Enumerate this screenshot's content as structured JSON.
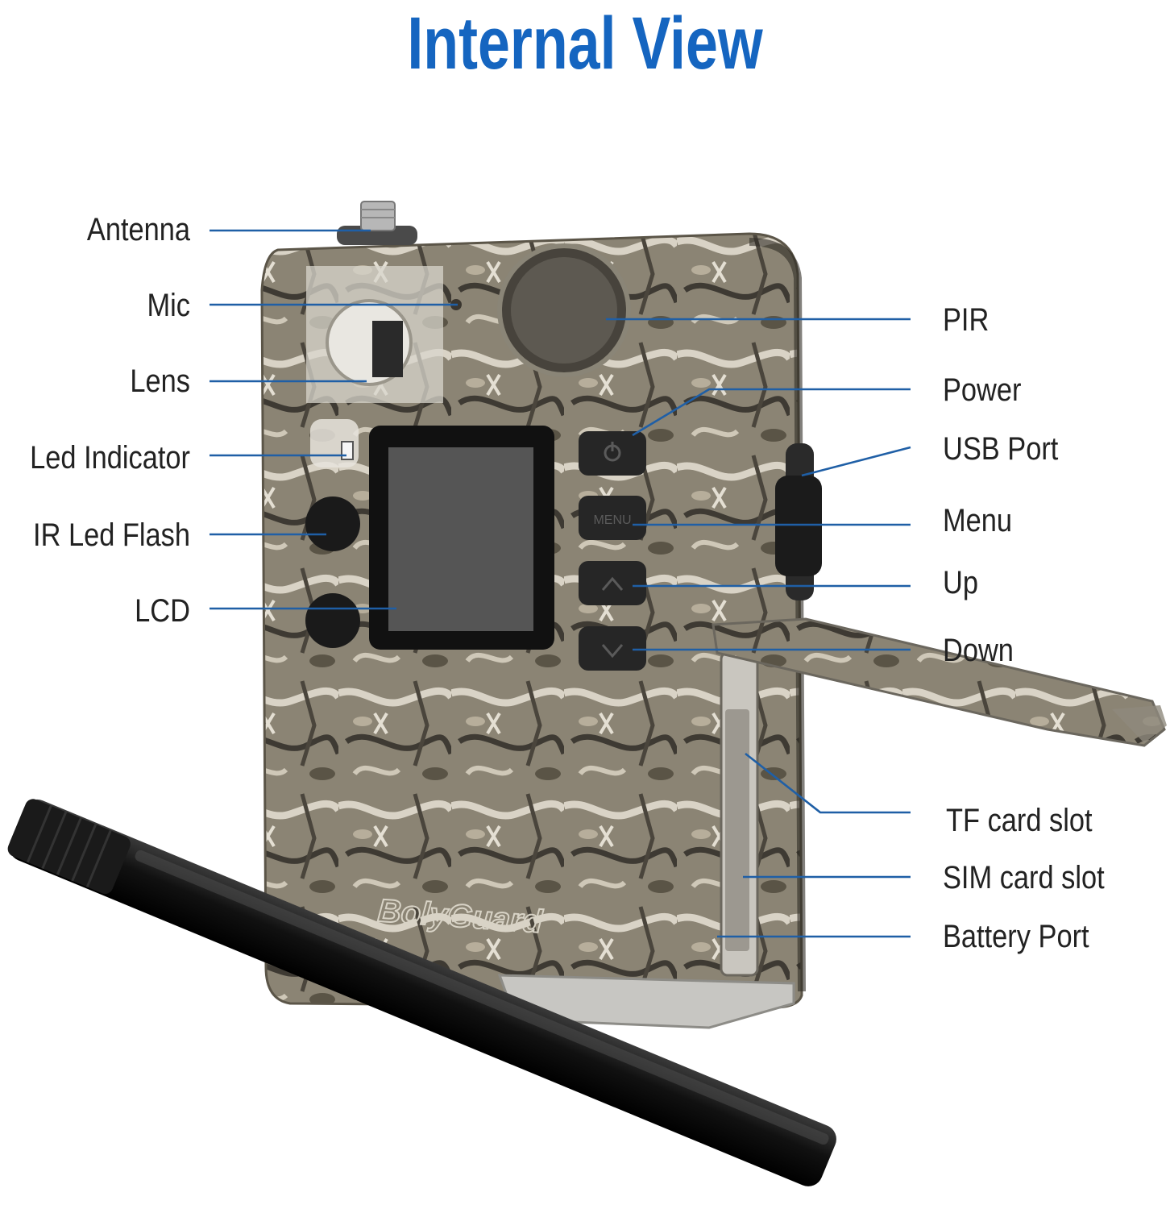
{
  "title": "Internal View",
  "labels_left": {
    "antenna": "Antenna",
    "mic": "Mic",
    "lens": "Lens",
    "led_indicator": "Led Indicator",
    "ir_led_flash": "IR Led Flash",
    "lcd": "LCD"
  },
  "labels_right": {
    "pir": "PIR",
    "power": "Power",
    "usb_port": "USB Port",
    "menu": "Menu",
    "up": "Up",
    "down": "Down",
    "tf_card_slot": "TF card slot",
    "sim_card_slot": "SIM card slot",
    "battery_port": "Battery Port"
  },
  "device": {
    "menu_button_text": "MENU",
    "brand_emboss": "BolyGuard"
  },
  "colors": {
    "title": "#1565c0",
    "leader_line": "#1f5fa6",
    "label_text": "#222222",
    "camo_base": "#8b8474"
  }
}
